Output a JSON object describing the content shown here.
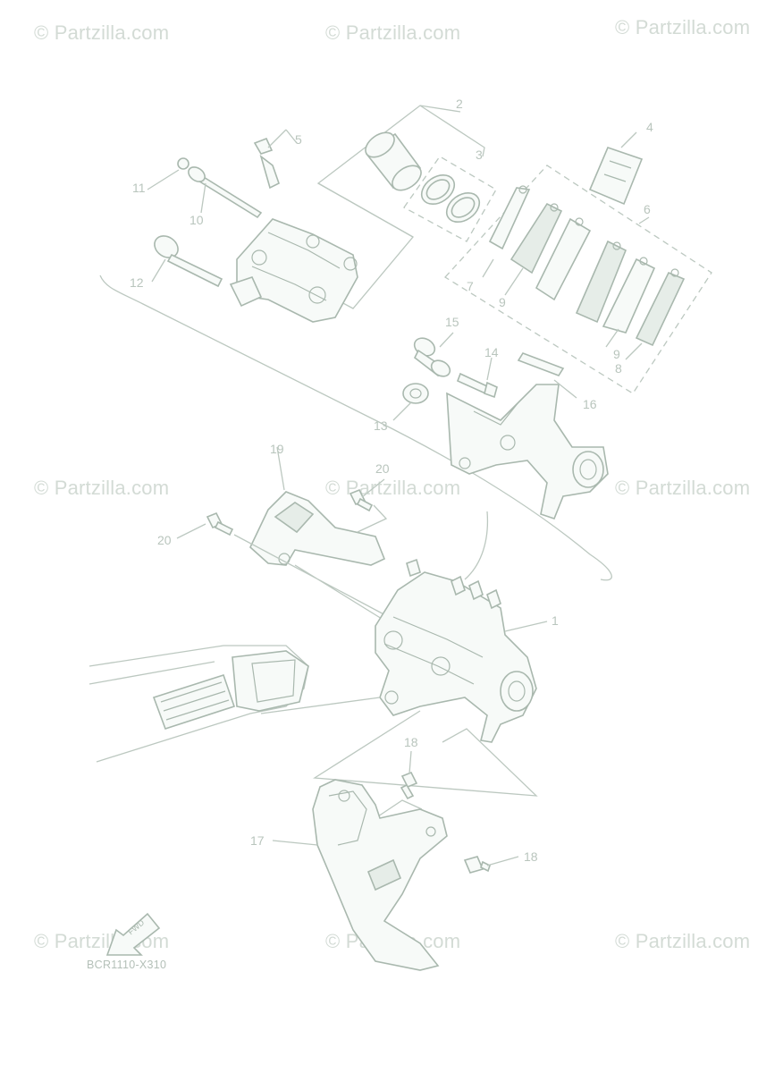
{
  "diagram": {
    "watermark_text": "© Partzilla.com",
    "drawing_code": "BCR1110-X310",
    "fwd_label": "FWD",
    "callouts": [
      "1",
      "2",
      "3",
      "4",
      "5",
      "6",
      "7",
      "8",
      "9",
      "9",
      "10",
      "11",
      "12",
      "13",
      "14",
      "15",
      "16",
      "17",
      "18",
      "18",
      "19",
      "20",
      "20"
    ]
  },
  "colors": {
    "line": "#bcc8c0",
    "part_stroke": "#a9b8ae",
    "watermark": "#d3dbd5"
  }
}
